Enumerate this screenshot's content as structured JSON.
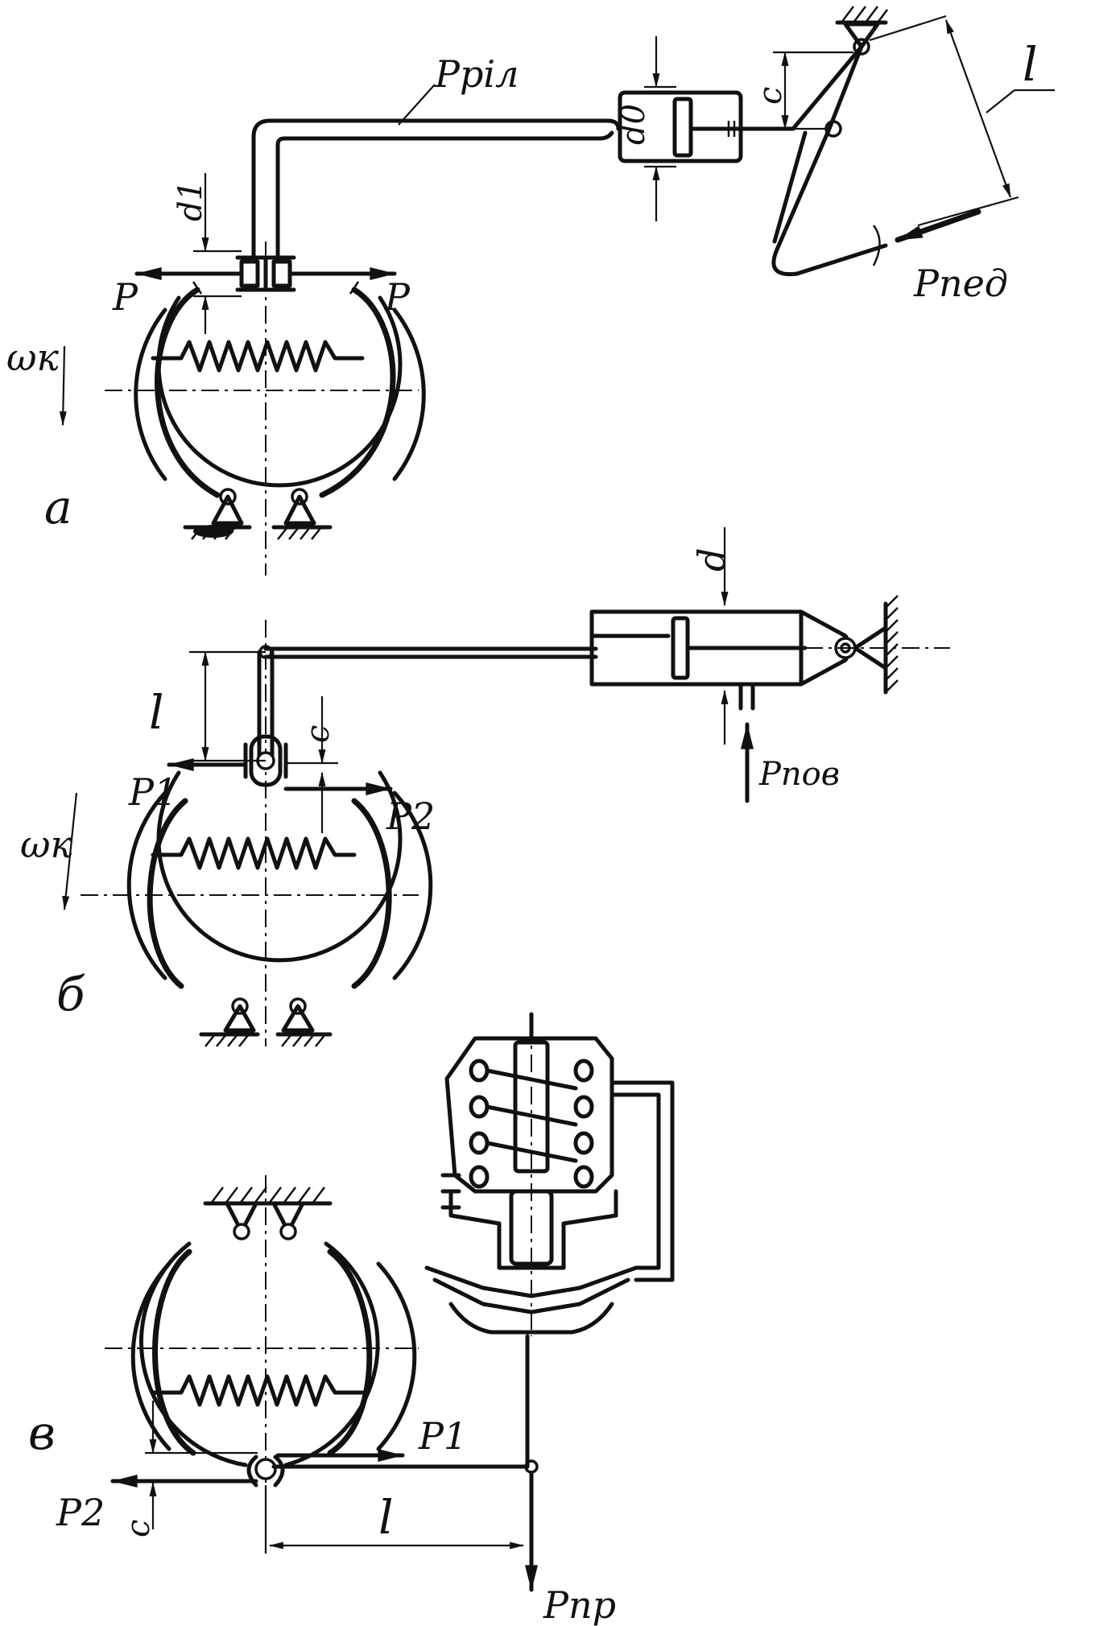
{
  "labels": {
    "a": {
      "letter": "а",
      "p_rid": "Pріл",
      "p_left": "P",
      "p_right": "P",
      "d1": "d1",
      "d0": "d0",
      "c": "c",
      "l": "l",
      "omega": "ωк",
      "p_ped": "Pпед"
    },
    "b": {
      "letter": "б",
      "d": "d",
      "l": "l",
      "c": "c",
      "p1": "P1",
      "p2": "P2",
      "omega": "ωк",
      "p_pov": "Pпов"
    },
    "v": {
      "letter": "в",
      "p1": "P1",
      "p2": "P2",
      "c": "c",
      "l": "l",
      "p_pr": "Pпр"
    }
  }
}
